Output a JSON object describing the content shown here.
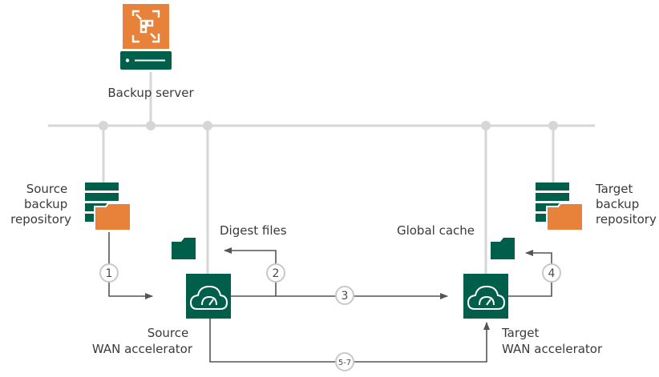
{
  "nodes": {
    "backup_server": {
      "label": "Backup server"
    },
    "source_repo": {
      "label_lines": [
        "Source",
        "backup",
        "repository"
      ]
    },
    "target_repo": {
      "label_lines": [
        "Target",
        "backup",
        "repository"
      ]
    },
    "source_wan": {
      "label_lines": [
        "Source",
        "WAN accelerator"
      ]
    },
    "target_wan": {
      "label_lines": [
        "Target",
        "WAN accelerator"
      ]
    },
    "digest_files": {
      "label": "Digest files"
    },
    "global_cache": {
      "label": "Global cache"
    }
  },
  "steps": [
    "1",
    "2",
    "3",
    "4",
    "5-7"
  ],
  "colors": {
    "accent_orange": "#E8823A",
    "veeam_green": "#005F4B",
    "line_gray": "#D6D6D6",
    "arrow_gray": "#555555"
  },
  "icons": {
    "backup_server": "veeam-backup-server-icon",
    "repository": "storage-with-folder-icon",
    "wan_accelerator": "cloud-gauge-icon",
    "folder": "folder-icon"
  }
}
